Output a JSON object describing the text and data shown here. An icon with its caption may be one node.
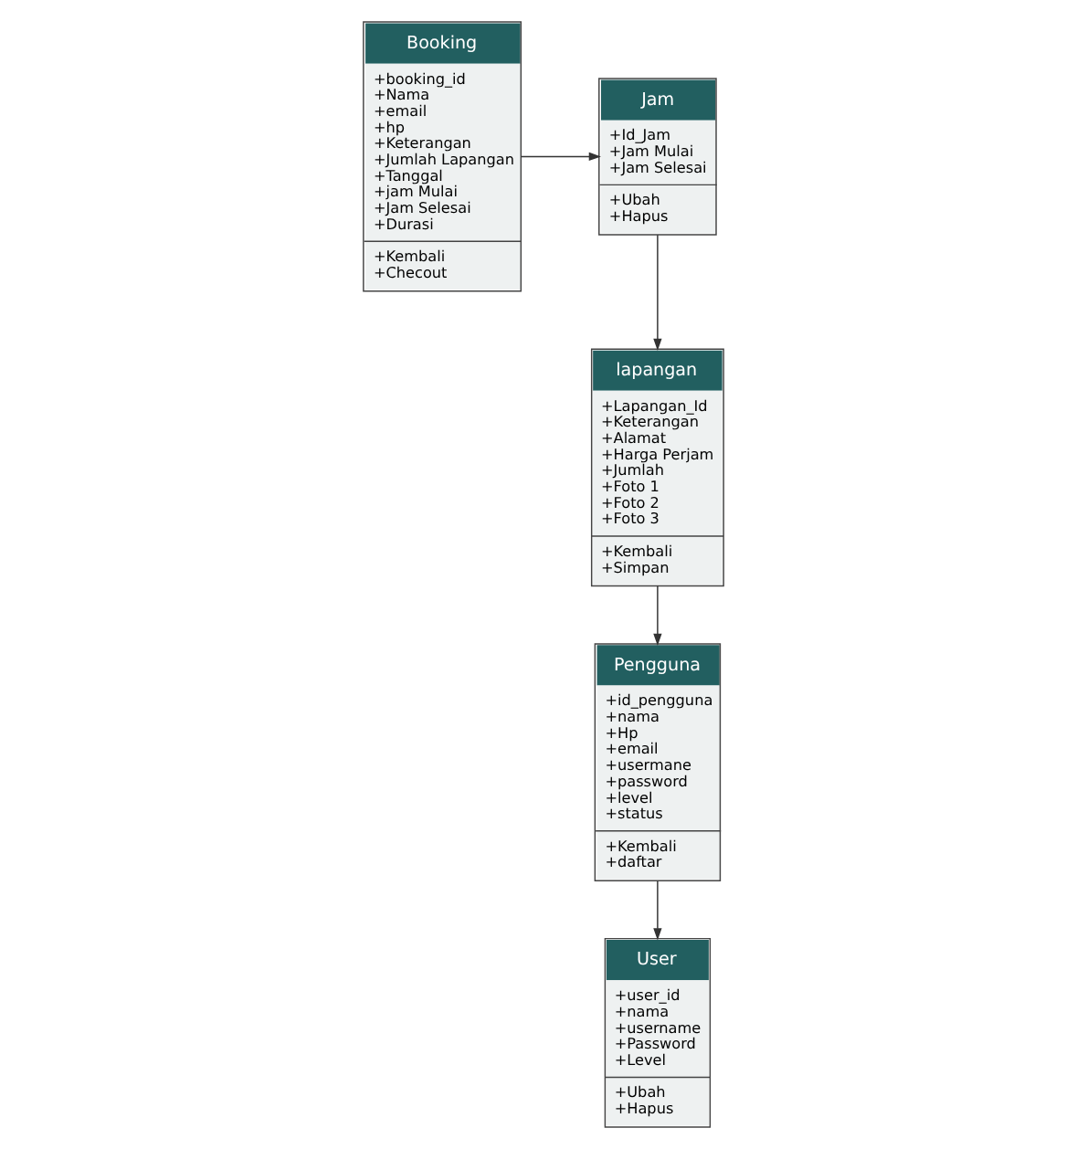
{
  "diagram": {
    "nodes": [
      {
        "text": [
          "Booking",
          "+booking_id +Nama +email +hp +Keterangan +Jumlah Lapangan +Tanggal +jam Mulai +Jam Selesai +Durasi",
          "+Kembali +Checout"
        ]
      },
      {
        "text": [
          "Jam",
          "+Id_Jam +Jam Mulai +Jam Selesai",
          "+Ubah +Hapus"
        ]
      },
      {
        "text": [
          "lapangan",
          "+Lapangan_Id +Keterangan +Alamat +Harga Perjam +Jumlah +Foto 1 +Foto 2 +Foto 3",
          "+Kembali +Simpan"
        ]
      },
      {
        "text": [
          "Pengguna",
          "+id_pengguna +nama +Hp +email +usermane +password +level +status",
          "+Kembali +daftar"
        ]
      },
      {
        "text": [
          "User",
          "+user_id +nama +username +Password +Level",
          "+Ubah +Hapus"
        ]
      }
    ],
    "edges": [
      {
        "from": 0,
        "to": 1,
        "arrow": "to"
      },
      {
        "from": 1,
        "to": 2,
        "arrow": "to"
      },
      {
        "from": 2,
        "to": 3,
        "arrow": "to"
      },
      {
        "from": 3,
        "to": 4,
        "arrow": "to"
      }
    ]
  }
}
